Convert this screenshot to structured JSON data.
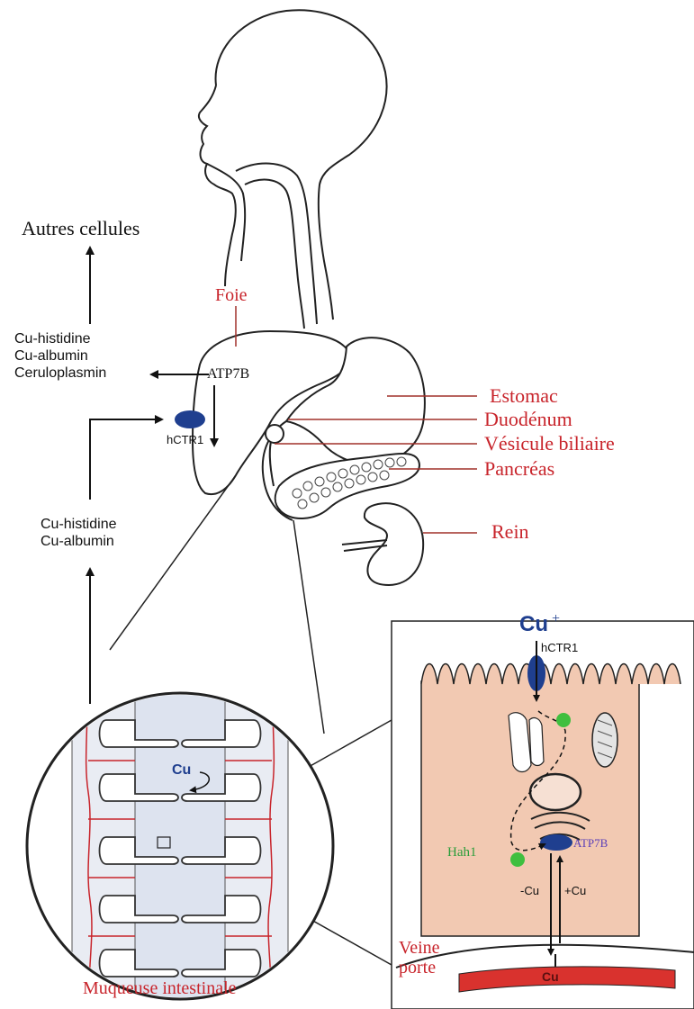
{
  "colors": {
    "label_red": "#c8242b",
    "transporter_blue": "#1f3f8f",
    "cell_fill": "#f2c9b2",
    "vein_red": "#d9322e",
    "chaperone_green": "#3fbf3f",
    "lumen_fill": "#dde3ef"
  },
  "labels": {
    "autres_cellules": "Autres cellules",
    "foie": "Foie",
    "blood_export": [
      "Cu-histidine",
      "Cu-albumin",
      "Ceruloplasmin"
    ],
    "atp7b": "ATP7B",
    "hctr1": "hCTR1",
    "blood_import": [
      "Cu-histidine",
      "Cu-albumin"
    ],
    "estomac": "Estomac",
    "duodenum": "Duodénum",
    "vesicule": "Vésicule biliaire",
    "pancreas": "Pancréas",
    "rein": "Rein",
    "villus_cu": "Cu",
    "muqueuse": "Muqueuse intestinale",
    "cu_plus": "Cu",
    "cu_plus_sign": "+",
    "cell_hctr1": "hCTR1",
    "hah1": "Hah1",
    "cell_atp7b": "ATP7B",
    "minus_cu": "-Cu",
    "plus_cu": "+Cu",
    "veine_line1": "Veine",
    "veine_line2": "porte",
    "vein_cu": "Cu"
  },
  "icons": [
    "arrow-up-icon",
    "arrow-left-icon",
    "arrow-right-icon",
    "arrow-down-icon",
    "transporter-oval-icon",
    "chaperone-dot-icon"
  ]
}
